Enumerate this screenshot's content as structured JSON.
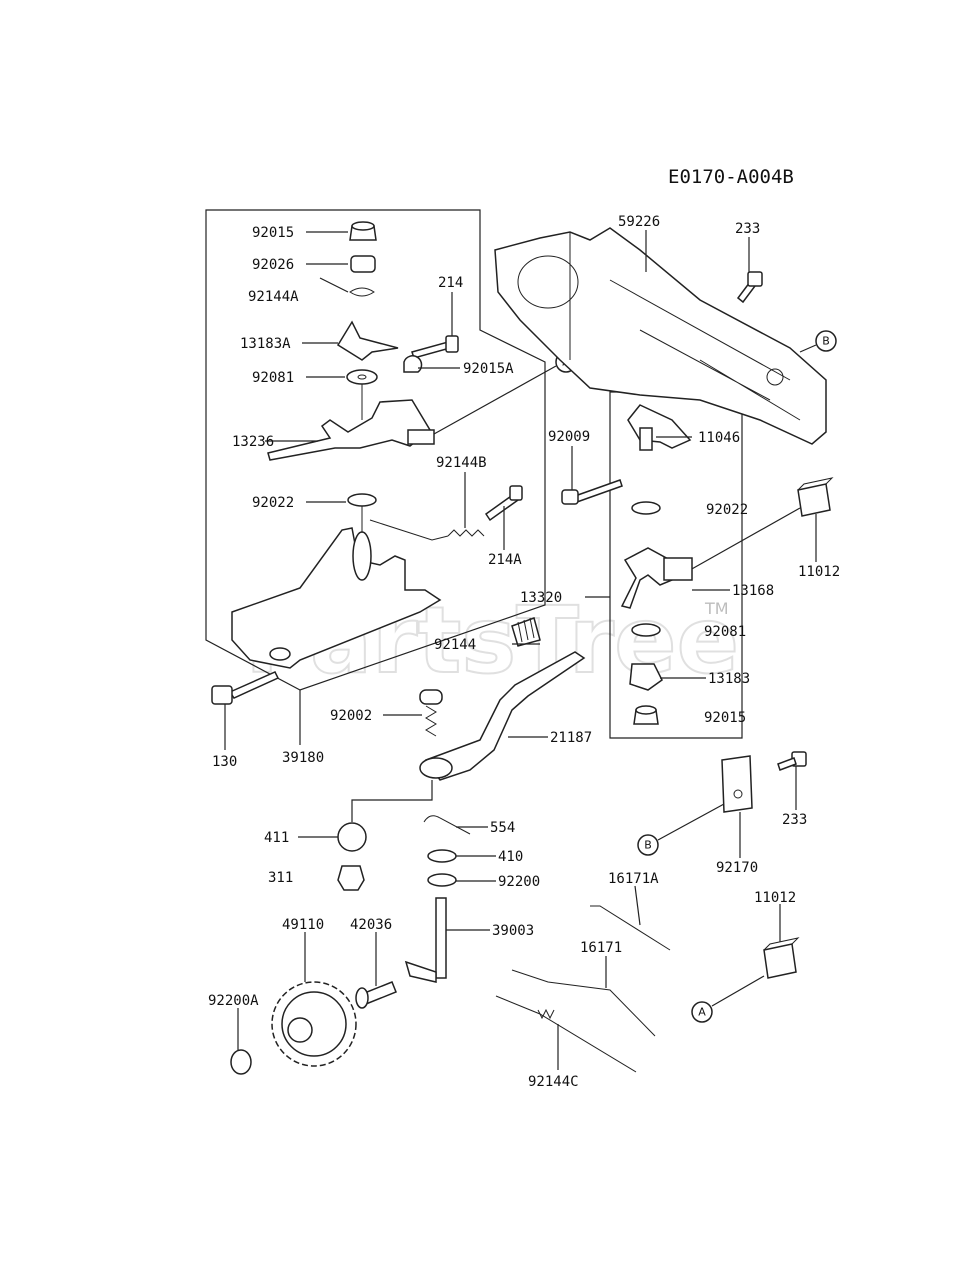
{
  "diagram_code": "E0170-A004B",
  "watermark": "PartsTree",
  "watermark_tm": "TM",
  "ref_markers": {
    "a": "A",
    "b": "B"
  },
  "labels": {
    "p92015_top": "92015",
    "p92026": "92026",
    "p92144A": "92144A",
    "p13183A": "13183A",
    "p92081_left": "92081",
    "p13236": "13236",
    "p92022_left": "92022",
    "p214": "214",
    "p92015A": "92015A",
    "p92144B": "92144B",
    "p214A": "214A",
    "p130": "130",
    "p39180": "39180",
    "p59226": "59226",
    "p233_top": "233",
    "p92009": "92009",
    "p11046": "11046",
    "p92022_right": "92022",
    "p11012_top": "11012",
    "p13320": "13320",
    "p13168": "13168",
    "p92081_right": "92081",
    "p13183": "13183",
    "p92015_right": "92015",
    "p92144": "92144",
    "p92002": "92002",
    "p21187": "21187",
    "p411": "411",
    "p554": "554",
    "p410": "410",
    "p311": "311",
    "p92200": "92200",
    "p39003": "39003",
    "p49110": "49110",
    "p42036": "42036",
    "p92200A": "92200A",
    "p233_right": "233",
    "p92170": "92170",
    "p16171A": "16171A",
    "p16171": "16171",
    "p92144C": "92144C",
    "p11012_bottom": "11012"
  }
}
